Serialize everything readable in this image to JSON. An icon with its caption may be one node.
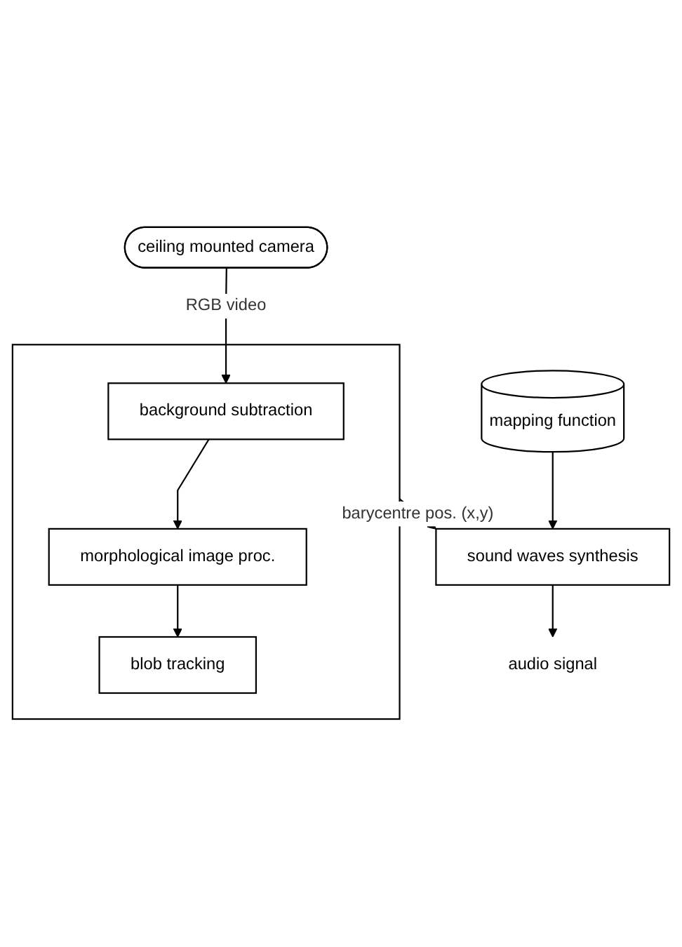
{
  "diagram": {
    "nodes": [
      {
        "text": [
          "ceiling mounted camera"
        ]
      },
      {
        "text": [],
        "shape": "box"
      },
      {
        "text": [
          "background subtraction"
        ],
        "in": 1
      },
      {
        "text": [
          "morphological image proc."
        ],
        "in": 1
      },
      {
        "text": [
          "blob tracking"
        ],
        "in": 1
      },
      {
        "text": [
          "mapping function"
        ]
      },
      {
        "text": [
          "sound waves synthesis"
        ]
      },
      {
        "text": [
          "audio signal"
        ]
      }
    ],
    "edges": [
      {
        "from": 0,
        "to": 2,
        "arrow": "to",
        "label": "RGB video"
      },
      {
        "from": 2,
        "to": 3,
        "arrow": "to"
      },
      {
        "from": 3,
        "to": 4,
        "arrow": "to"
      },
      {
        "from": 1,
        "to": 6,
        "arrow": "to",
        "label": "barycentre pos. (x,y)"
      },
      {
        "from": 5,
        "to": 6,
        "arrow": "to"
      },
      {
        "from": 6,
        "to": 7,
        "arrow": "to"
      }
    ]
  }
}
